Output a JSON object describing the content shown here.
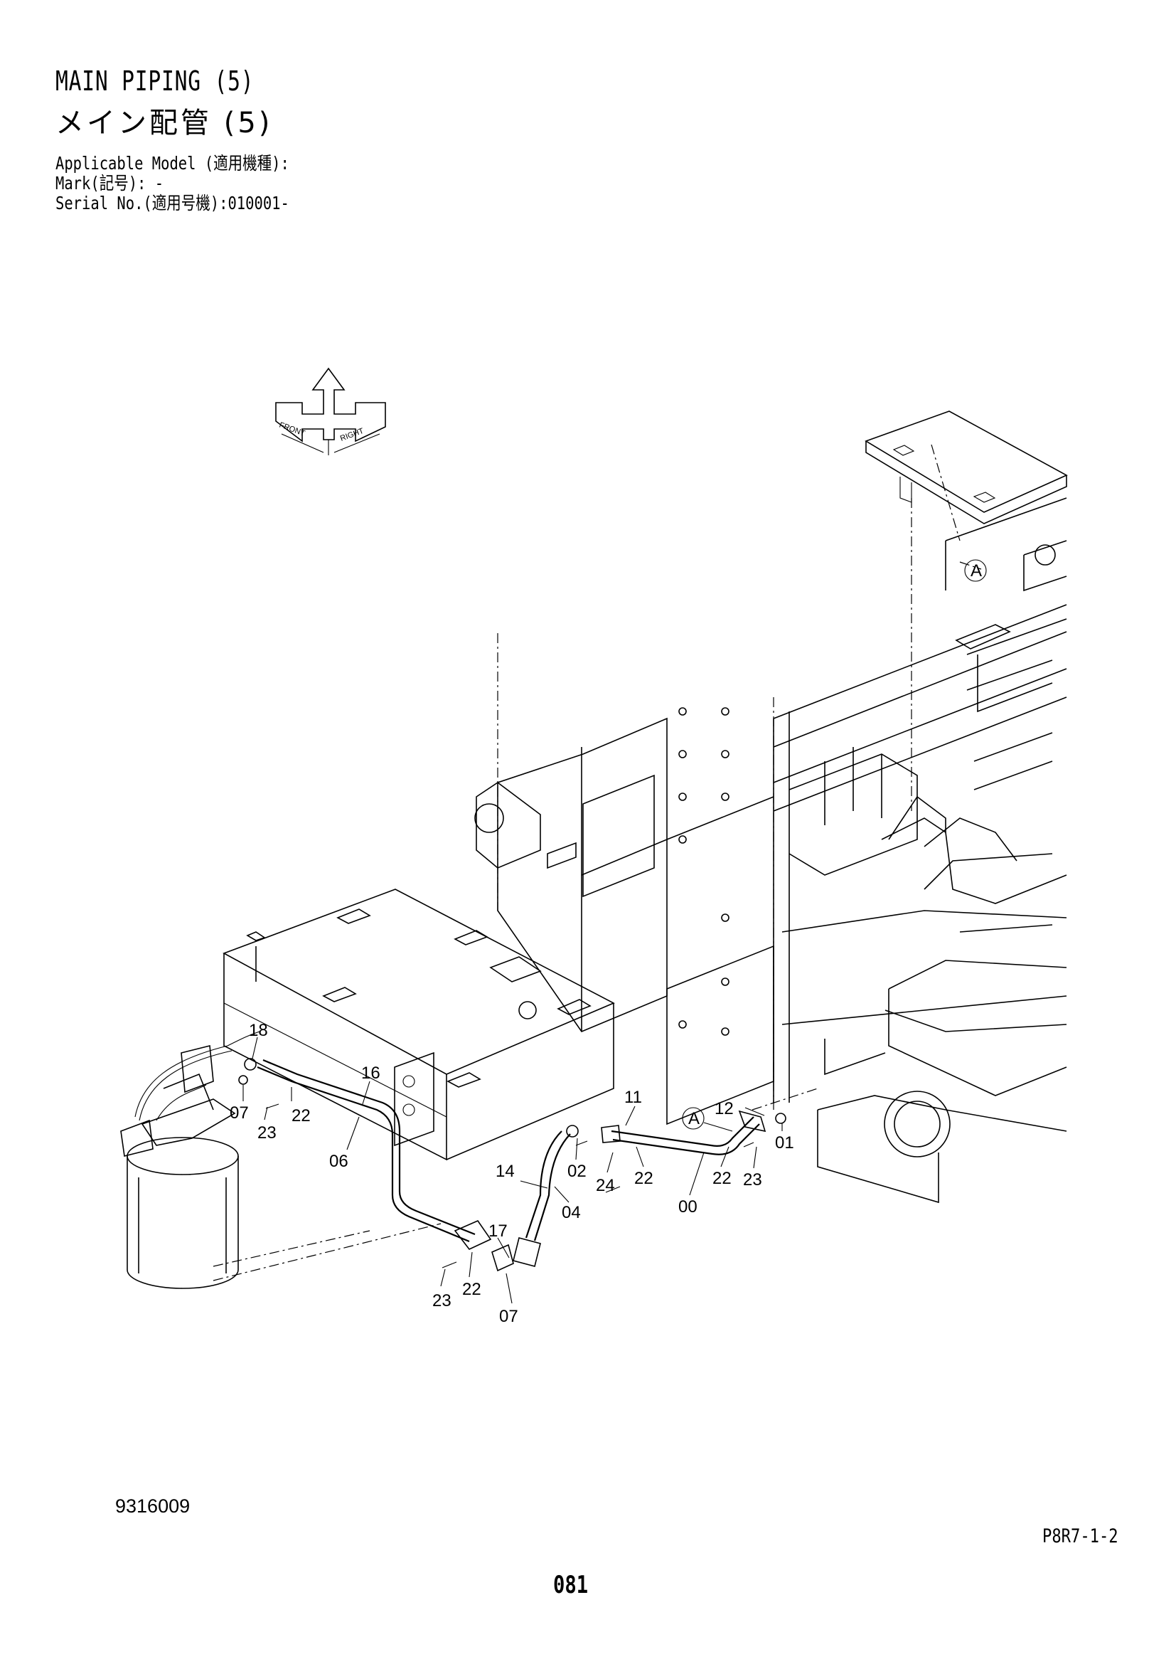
{
  "header": {
    "title_en": "MAIN PIPING (5)",
    "title_jp": "メイン配管 (5)",
    "applicable_model_label": "Applicable Model (適用機種):",
    "applicable_model_value": "",
    "mark_label": "Mark(記号):",
    "mark_value": "-",
    "serial_label": "Serial No.(適用号機):",
    "serial_value": "010001-"
  },
  "orientation": {
    "front": "FRONT",
    "right": "RIGHT"
  },
  "callouts": [
    {
      "id": "c18",
      "text": "18"
    },
    {
      "id": "c16",
      "text": "16"
    },
    {
      "id": "c07a",
      "text": "07"
    },
    {
      "id": "c23a",
      "text": "23"
    },
    {
      "id": "c22a",
      "text": "22"
    },
    {
      "id": "c06",
      "text": "06"
    },
    {
      "id": "c11",
      "text": "11"
    },
    {
      "id": "c12",
      "text": "12"
    },
    {
      "id": "cA1",
      "text": "A"
    },
    {
      "id": "c01",
      "text": "01"
    },
    {
      "id": "c02",
      "text": "02"
    },
    {
      "id": "c14",
      "text": "14"
    },
    {
      "id": "c24",
      "text": "24"
    },
    {
      "id": "c22b",
      "text": "22"
    },
    {
      "id": "c22c",
      "text": "22"
    },
    {
      "id": "c23b",
      "text": "23"
    },
    {
      "id": "c00",
      "text": "00"
    },
    {
      "id": "c04",
      "text": "04"
    },
    {
      "id": "c17",
      "text": "17"
    },
    {
      "id": "c22d",
      "text": "22"
    },
    {
      "id": "c23c",
      "text": "23"
    },
    {
      "id": "c07b",
      "text": "07"
    },
    {
      "id": "cA2",
      "text": "A"
    }
  ],
  "footer": {
    "figure_no": "9316009",
    "page_code": "P8R7-1-2",
    "page_number": "081"
  }
}
